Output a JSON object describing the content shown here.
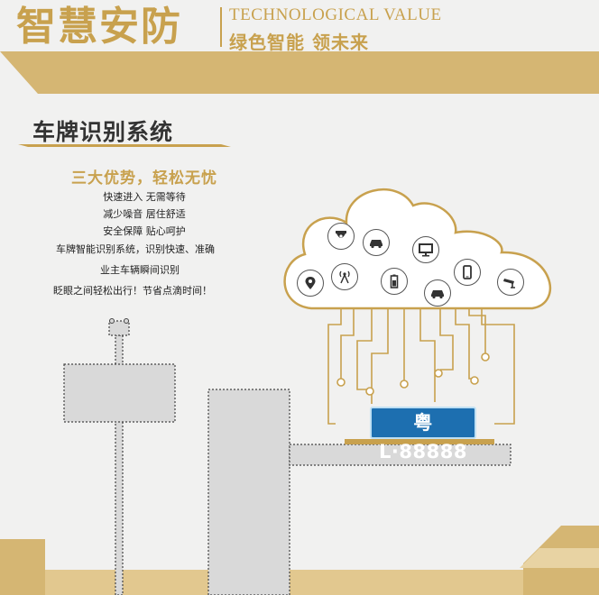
{
  "brand": {
    "title_cn": "智慧安防",
    "title_en": "TECHNOLOGICAL VALUE",
    "slogan": "绿色智能 领未来"
  },
  "page_title": "车牌识别系统",
  "headline": "三大优势，轻松无忧",
  "body_lines": [
    "快速进入 无需等待",
    "减少噪音 居住舒适",
    "安全保障 贴心呵护",
    "车牌智能识别系统，识别快速、准确",
    "业主车辆瞬间识别",
    "眨眼之间轻松出行！节省点滴时间！"
  ],
  "plate_number": "粤L·88888",
  "cloud_icons": [
    "dome-camera-icon",
    "car-icon",
    "monitor-icon",
    "location-pin-icon",
    "antenna-icon",
    "battery-icon",
    "car-icon",
    "smartphone-icon",
    "cctv-camera-icon"
  ],
  "colors": {
    "accent_gold": "#c8a14e",
    "plate_blue": "#1d6fb0",
    "background": "#f1f1f0",
    "gray_block": "#d9d9d9"
  }
}
